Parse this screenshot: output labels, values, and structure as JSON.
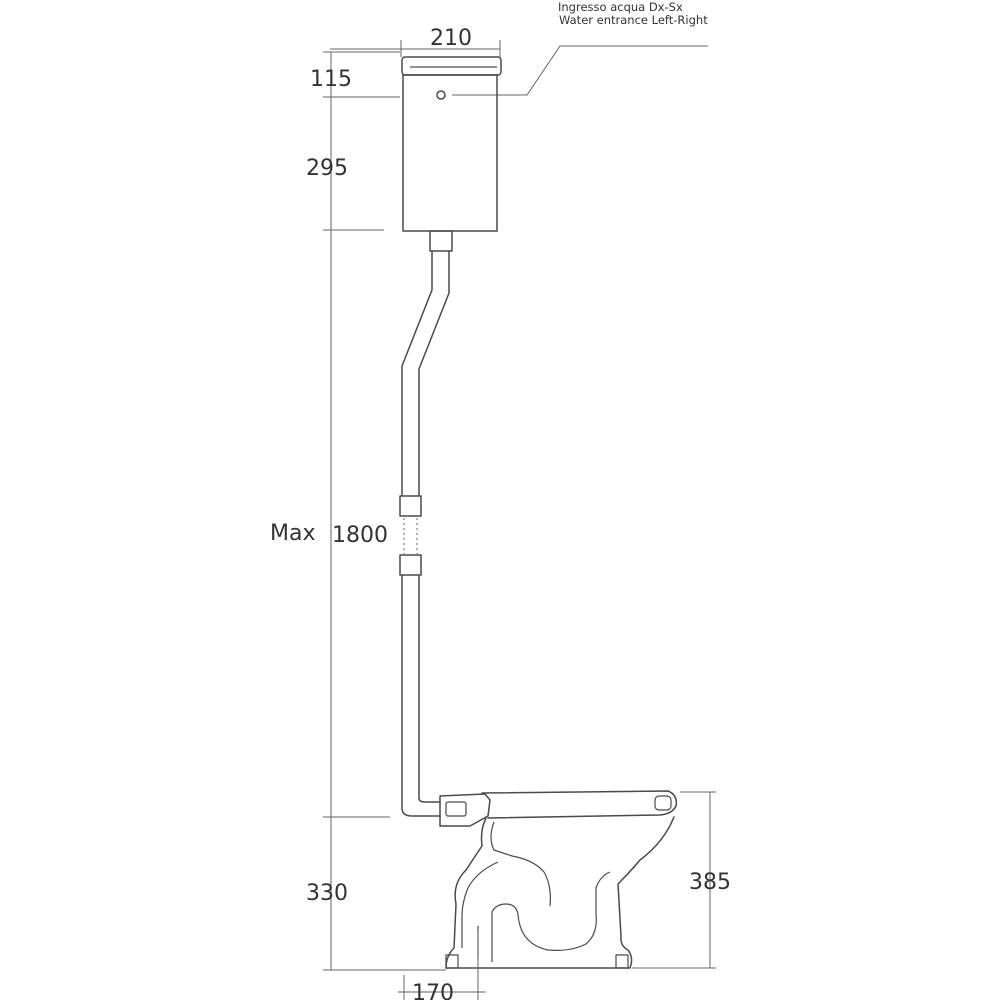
{
  "drawing": {
    "note": {
      "line1": "Ingresso acqua Dx-Sx",
      "line2": "Water entrance Left-Right"
    },
    "dimensions": {
      "tank_width": "210",
      "tank_top": "115",
      "tank_body": "295",
      "max_label": "Max",
      "pipe_height": "1800",
      "bowl_height": "330",
      "bowl_depth": "385",
      "outlet_offset": "170"
    }
  }
}
